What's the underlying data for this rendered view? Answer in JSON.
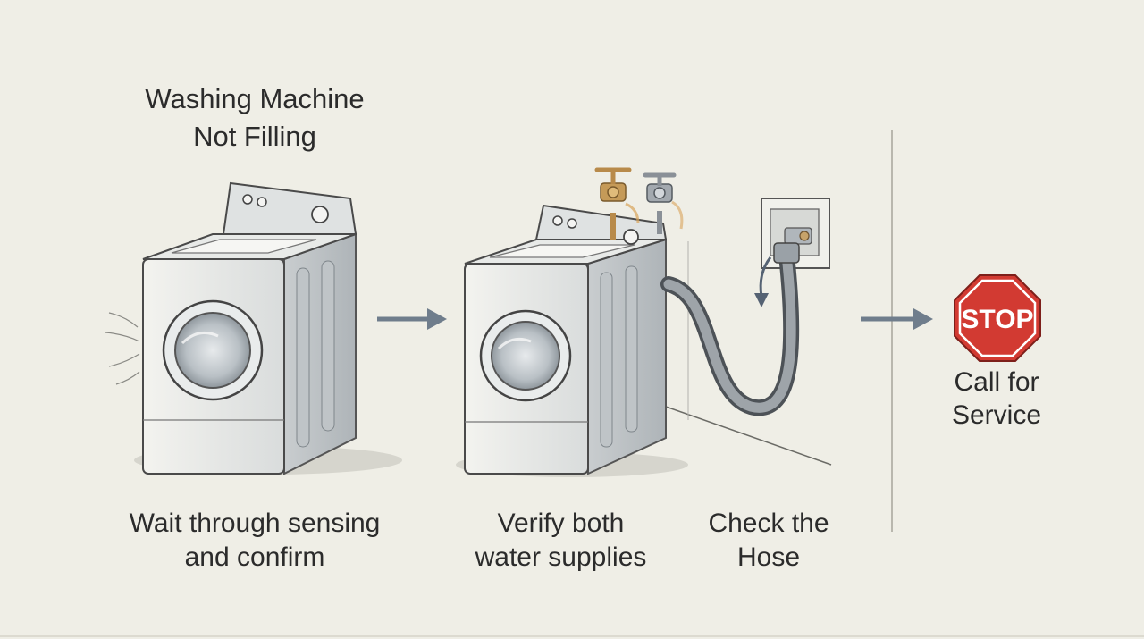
{
  "title": "Washing Machine\nNot Filling",
  "steps": [
    {
      "caption": "Wait through sensing\nand confirm"
    },
    {
      "caption": "Verify both\nwater supplies"
    },
    {
      "caption": "Check the\nHose"
    }
  ],
  "final": {
    "sign_text": "STOP",
    "caption": "Call for\nService"
  },
  "colors": {
    "background": "#efeee6",
    "stop_sign": "#d23a32",
    "arrow": "#6f7d8c",
    "brass_valve": "#b88a4a",
    "steel_valve": "#8a9097"
  },
  "icons": [
    "washing-machine-icon",
    "arrow-right-icon",
    "hot-water-valve-icon",
    "cold-water-valve-icon",
    "wall-outlet-box-icon",
    "hose-icon",
    "stop-sign-icon"
  ]
}
